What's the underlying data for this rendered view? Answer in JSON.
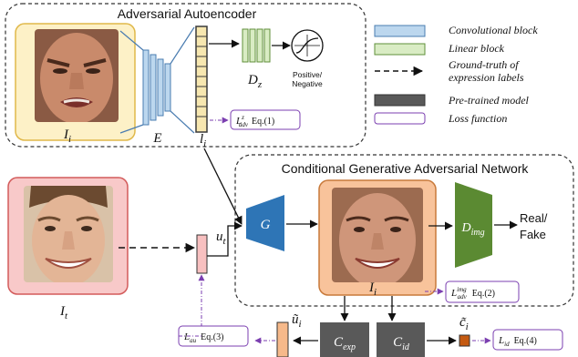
{
  "aae": {
    "title": "Adversarial Autoencoder",
    "input_label": "I",
    "input_sub": "i",
    "encoder_label": "E",
    "latent_label": "l",
    "latent_sub": "i",
    "disc_label": "D",
    "disc_sub": "z",
    "output_label": "Positive/\nNegative",
    "loss": {
      "symbol": "L",
      "sup": "z",
      "sub": "adv",
      "ref": "Eq.(1)"
    }
  },
  "cgan": {
    "title": "Conditional Generative Adversarial Network",
    "generator_label": "G",
    "disc_label": "D",
    "disc_sub": "img",
    "output_label": "Real/\nFake",
    "generated_label": "Ĩ",
    "generated_sub": "i",
    "loss": {
      "symbol": "L",
      "sup": "img",
      "sub": "adv",
      "ref": "Eq.(2)"
    }
  },
  "target": {
    "input_label": "I",
    "input_sub": "t",
    "code_label": "u",
    "code_sub": "t"
  },
  "bottom": {
    "exp_label": "C",
    "exp_sub": "exp",
    "id_label": "C",
    "id_sub": "id",
    "u_hat_label": "ũ",
    "u_hat_sub": "i",
    "c_hat_label": "c̃",
    "c_hat_sub": "i",
    "loss_au": {
      "symbol": "L",
      "sub": "au",
      "ref": "Eq.(3)"
    },
    "loss_id": {
      "symbol": "L",
      "sub": "id",
      "ref": "Eq.(4)"
    }
  },
  "legend": {
    "conv": "Convolutional block",
    "linear": "Linear block",
    "gt1": "Ground-truth of",
    "gt2": "expression labels",
    "pretrained": "Pre-trained model",
    "loss": "Loss function"
  },
  "colors": {
    "conv_fill": "#bcd7ee",
    "conv_stroke": "#4a7cb0",
    "linear_fill": "#d9ecc4",
    "linear_stroke": "#5f8f3a",
    "latent_fill": "#f7e7b0",
    "latent_stroke": "#3a3a3a",
    "face_i_bg": "#fdf1c7",
    "face_i_stroke": "#e0b84a",
    "face_t_bg": "#f8c9c9",
    "face_t_stroke": "#d35b5b",
    "gen_bg": "#f8c39b",
    "gen_stroke": "#c87a3b",
    "generator": "#2e75b6",
    "img_disc": "#5b8a32",
    "pretrained": "#595959",
    "loss_stroke": "#7b3fb0",
    "code_pink": "#f8c0c0",
    "code_orange": "#f6b98a",
    "code_brown": "#c55a11"
  }
}
